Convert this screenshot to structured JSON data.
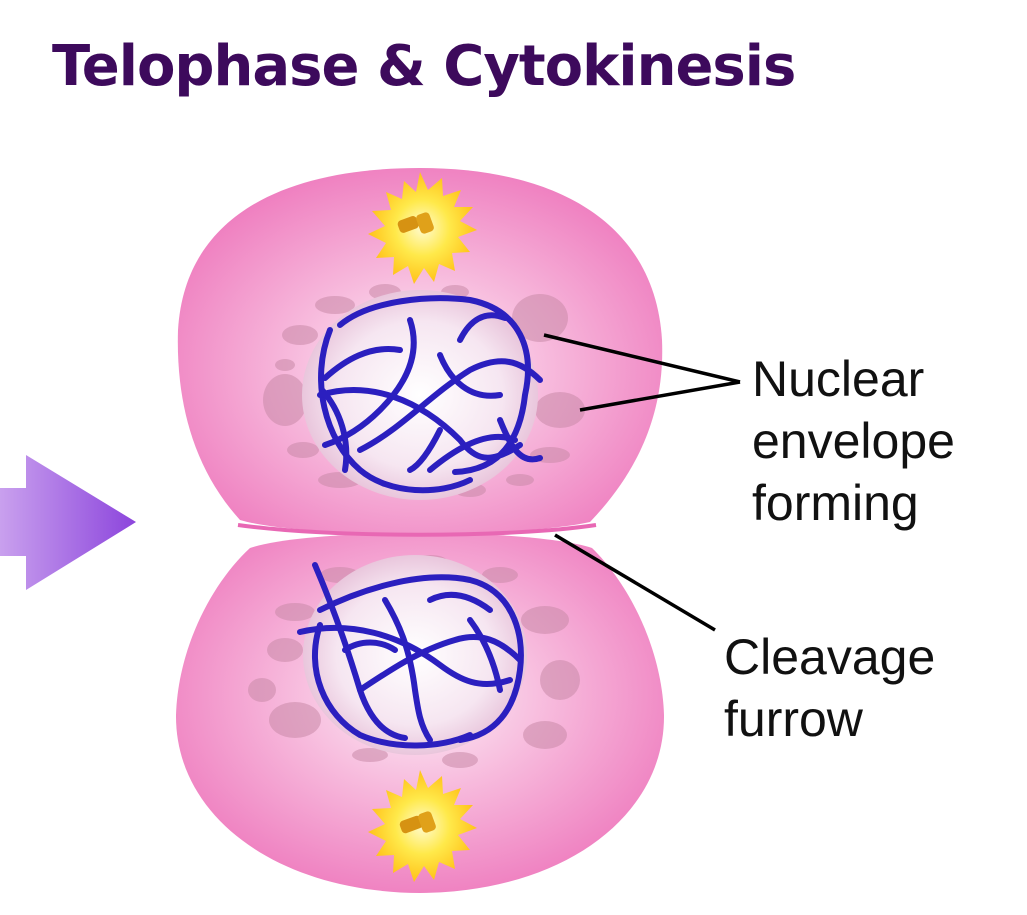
{
  "title": "Telophase & Cytokinesis",
  "labels": {
    "nuclear_envelope": [
      "Nuclear",
      "envelope",
      "forming"
    ],
    "cleavage_furrow": [
      "Cleavage",
      "furrow"
    ]
  },
  "colors": {
    "title": "#3d0a5c",
    "cell": "#f07cc0",
    "cell_light": "#fbd3ea",
    "chromosome": "#2b1fbf",
    "organelle": "#c98aa8",
    "centrosome": "#ffd21f",
    "arrow": "#9b5ae0"
  }
}
